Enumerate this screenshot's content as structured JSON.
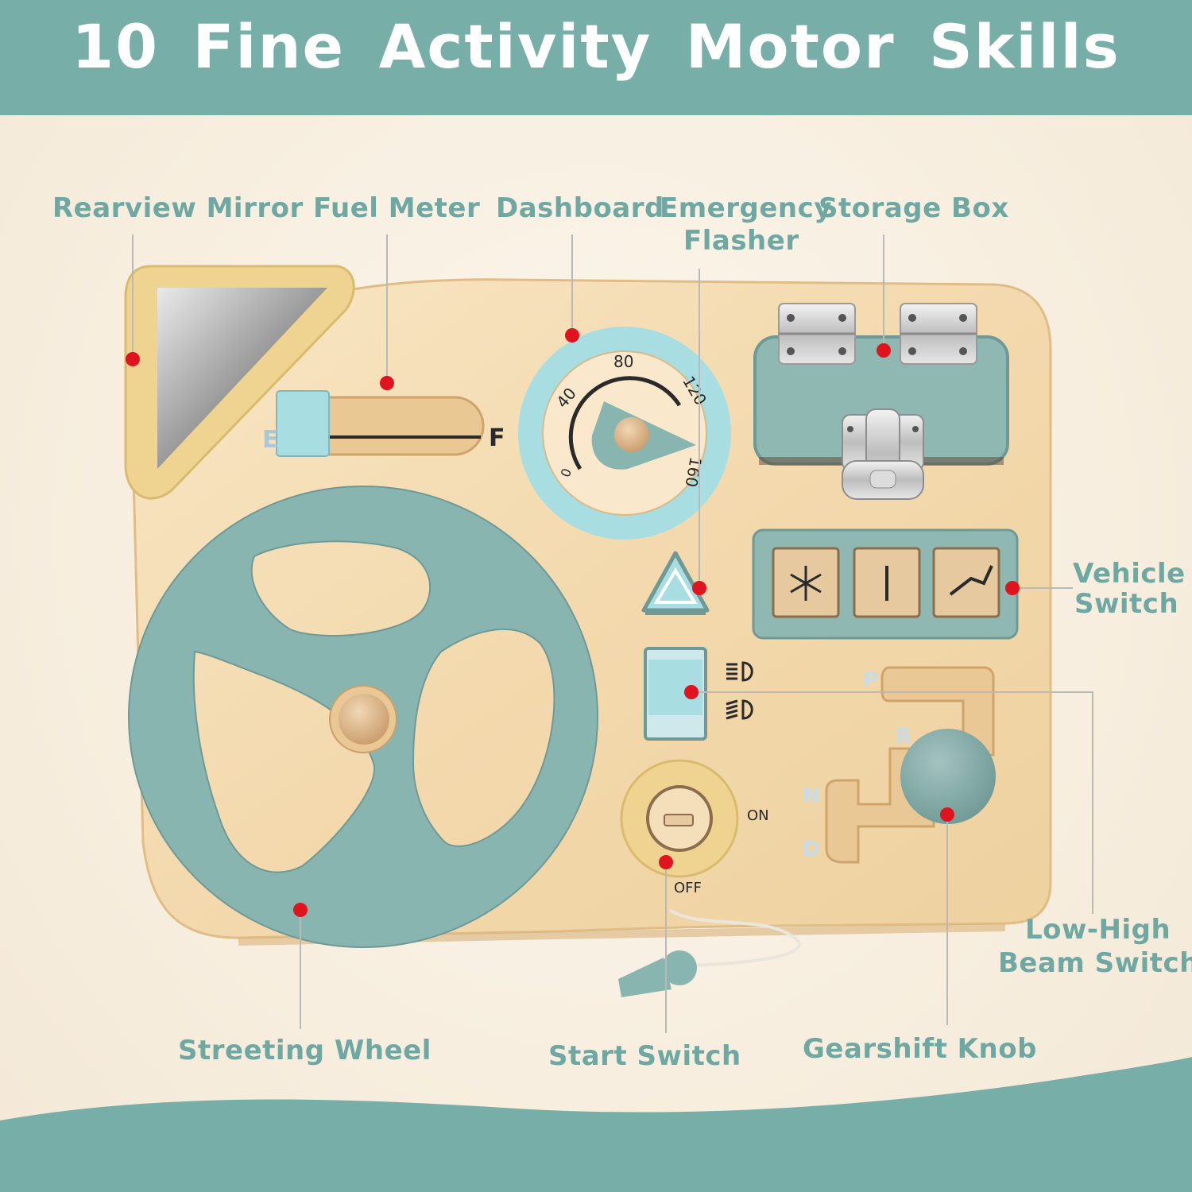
{
  "title": "10 Fine Activity Motor Skills",
  "labels": {
    "rearview_mirror": "Rearview Mirror",
    "fuel_meter": "Fuel Meter",
    "dashboard": "Dashboard",
    "emergency_flasher_1": "Emergency",
    "emergency_flasher_2": "Flasher",
    "storage_box": "Storage Box",
    "vehicle_switch_1": "Vehicle",
    "vehicle_switch_2": "Switch",
    "low_high_1": "Low-High",
    "low_high_2": "Beam Switch",
    "steering_wheel": "Streeting Wheel",
    "start_switch": "Start Switch",
    "gearshift_knob": "Gearshift Knob"
  },
  "board_text": {
    "fuel_e": "E",
    "fuel_f": "F",
    "speed_0": "0",
    "speed_40": "40",
    "speed_80": "80",
    "speed_120": "120",
    "speed_160": "160",
    "ignition_on": "ON",
    "ignition_off": "OFF",
    "gear_p": "P",
    "gear_r": "R",
    "gear_n": "N",
    "gear_d": "D"
  },
  "colors": {
    "teal": "#78aea8",
    "label_teal": "#6fa8a2",
    "wood": "#f5dfb8",
    "wheel": "#89b5b1",
    "light_blue": "#a8dde2",
    "yellow": "#efd491",
    "marker": "#e0141e"
  },
  "icons": [
    "snowflake-icon",
    "vertical-bar-icon",
    "seat-heater-icon",
    "headlight-low-icon",
    "headlight-high-icon",
    "warning-triangle-icon"
  ]
}
